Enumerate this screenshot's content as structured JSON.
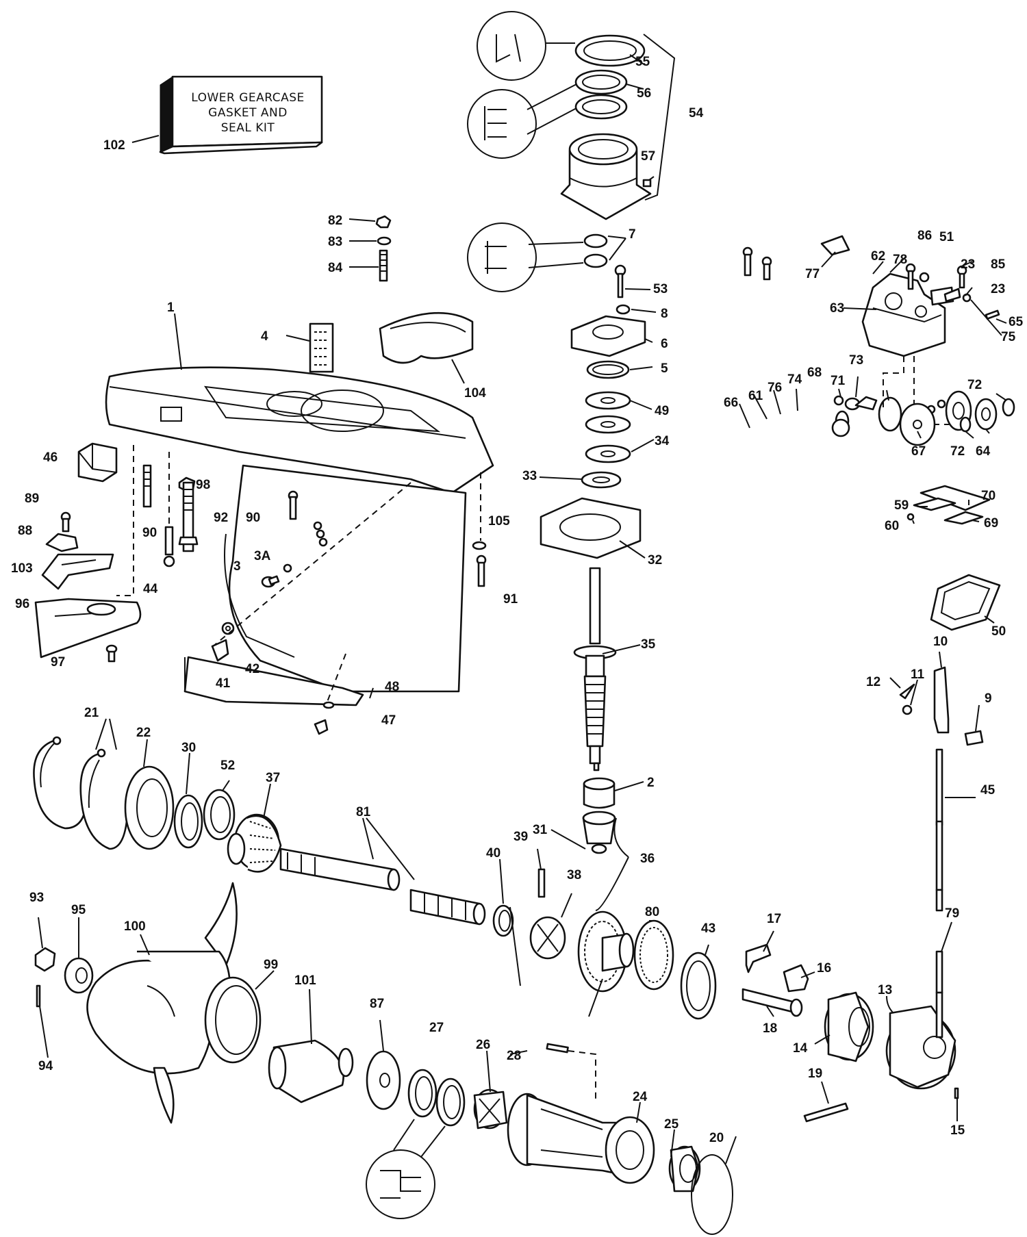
{
  "kit_box": {
    "lines": [
      "LOWER GEARCASE",
      "GASKET AND",
      "SEAL KIT"
    ],
    "callout": "102"
  },
  "callouts": {
    "c1": "1",
    "c2": "2",
    "c3": "3",
    "c3a": "3A",
    "c4": "4",
    "c5": "5",
    "c6": "6",
    "c7": "7",
    "c8": "8",
    "c9": "9",
    "c10": "10",
    "c11": "11",
    "c12": "12",
    "c13": "13",
    "c14": "14",
    "c15": "15",
    "c16": "16",
    "c17": "17",
    "c18": "18",
    "c19": "19",
    "c20": "20",
    "c21": "21",
    "c22": "22",
    "c23a": "23",
    "c23b": "23",
    "c24": "24",
    "c25": "25",
    "c26": "26",
    "c27": "27",
    "c28": "28",
    "c30": "30",
    "c31": "31",
    "c32": "32",
    "c33": "33",
    "c34": "34",
    "c35": "35",
    "c36": "36",
    "c37": "37",
    "c38": "38",
    "c39": "39",
    "c40": "40",
    "c41": "41",
    "c42": "42",
    "c43": "43",
    "c44": "44",
    "c45": "45",
    "c46": "46",
    "c47": "47",
    "c48": "48",
    "c49": "49",
    "c50": "50",
    "c51": "51",
    "c52": "52",
    "c53": "53",
    "c54": "54",
    "c55": "55",
    "c56": "56",
    "c57": "57",
    "c59": "59",
    "c60": "60",
    "c61": "61",
    "c62": "62",
    "c63": "63",
    "c64": "64",
    "c65": "65",
    "c66": "66",
    "c67": "67",
    "c68": "68",
    "c69": "69",
    "c70": "70",
    "c71": "71",
    "c72a": "72",
    "c72b": "72",
    "c73": "73",
    "c74": "74",
    "c75": "75",
    "c76": "76",
    "c77": "77",
    "c78": "78",
    "c79": "79",
    "c80": "80",
    "c81": "81",
    "c82": "82",
    "c83": "83",
    "c84": "84",
    "c85": "85",
    "c86": "86",
    "c87": "87",
    "c88": "88",
    "c89": "89",
    "c90a": "90",
    "c90b": "90",
    "c91": "91",
    "c92": "92",
    "c93": "93",
    "c94": "94",
    "c95": "95",
    "c96": "96",
    "c97": "97",
    "c98": "98",
    "c99": "99",
    "c100": "100",
    "c101": "101",
    "c103": "103",
    "c104": "104",
    "c105": "105"
  }
}
